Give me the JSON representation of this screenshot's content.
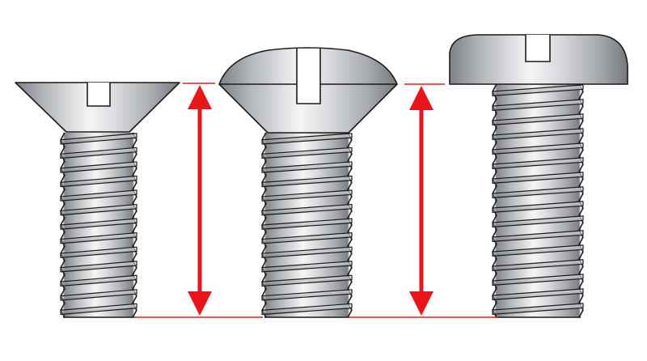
{
  "diagram": {
    "screws": [
      {
        "head_type": "flat",
        "drive": "slotted",
        "thread_turns": 13,
        "length_indicator": true
      },
      {
        "head_type": "oval",
        "drive": "slotted",
        "thread_turns": 13,
        "length_indicator": true
      },
      {
        "head_type": "pan",
        "drive": "slotted",
        "thread_turns": 16,
        "length_indicator": false
      }
    ],
    "colors": {
      "background": "#ffffff",
      "outline": "#1a1a1a",
      "metal_dark": "#8a8d91",
      "metal_mid": "#c4c7cb",
      "metal_light": "#f4f5f6",
      "indicator": "#e8161b"
    }
  }
}
